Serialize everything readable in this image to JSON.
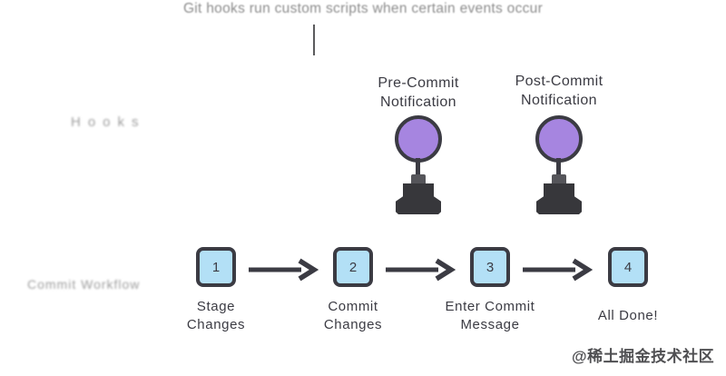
{
  "caption": {
    "text": "Git hooks run custom scripts when certain events occur"
  },
  "side_labels": {
    "hooks": "Hooks",
    "workflow": "Commit Workflow"
  },
  "hooks_panel": {
    "items": [
      {
        "label": "Pre-Commit\nNotification"
      },
      {
        "label": "Post-Commit\nNotification"
      }
    ]
  },
  "workflow_panel": {
    "steps": [
      {
        "number": "1",
        "label": "Stage\nChanges"
      },
      {
        "number": "2",
        "label": "Commit\nChanges"
      },
      {
        "number": "3",
        "label": "Enter Commit\nMessage"
      },
      {
        "number": "4",
        "label": "All Done!"
      }
    ]
  },
  "watermark": {
    "text": "@稀土掘金技术社区"
  },
  "colors": {
    "charcoal": "#3b3b43",
    "knob_purple": "#a685e0",
    "step_blue": "#b3e0f6",
    "smudge_gray": "#9e9e9e",
    "panel_white": "#ffffff"
  }
}
